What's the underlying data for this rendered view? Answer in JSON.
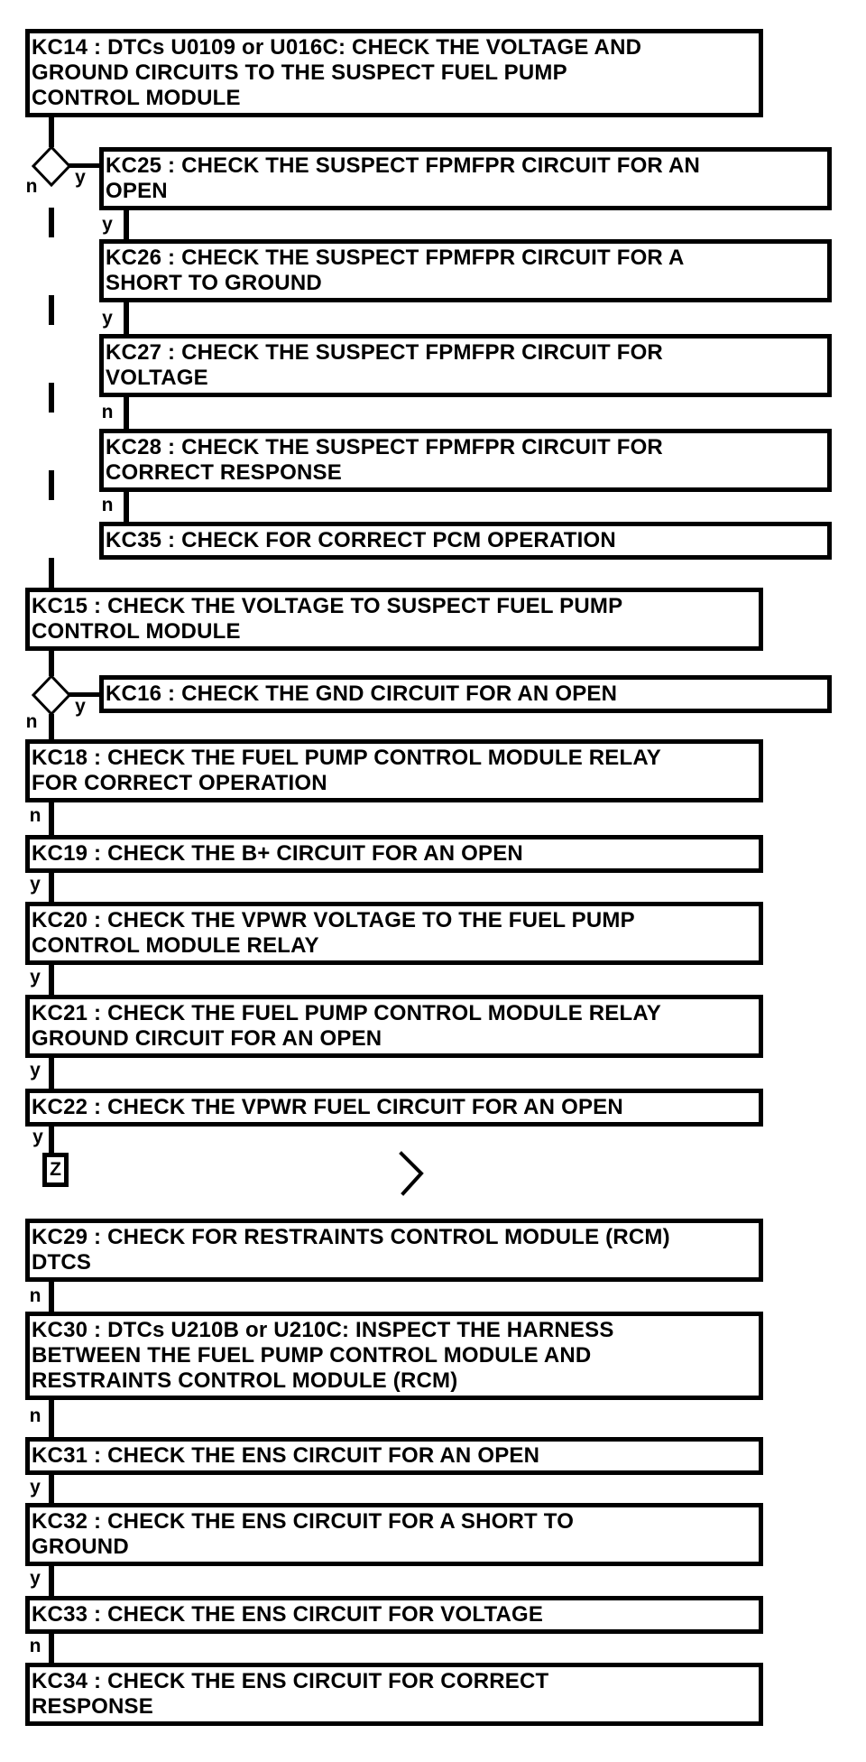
{
  "colors": {
    "ink": "#000000",
    "paper": "#ffffff"
  },
  "boxes": {
    "kc14": {
      "text": "KC14 : DTCs U0109 or U016C: CHECK THE VOLTAGE AND\nGROUND CIRCUITS TO THE SUSPECT FUEL PUMP\nCONTROL MODULE"
    },
    "kc25": {
      "text": "KC25 : CHECK THE SUSPECT FPMFPR CIRCUIT FOR AN\nOPEN"
    },
    "kc26": {
      "text": "KC26 : CHECK THE SUSPECT FPMFPR CIRCUIT FOR A\nSHORT TO GROUND"
    },
    "kc27": {
      "text": "KC27 : CHECK THE SUSPECT FPMFPR CIRCUIT FOR\nVOLTAGE"
    },
    "kc28": {
      "text": "KC28 : CHECK THE SUSPECT FPMFPR CIRCUIT FOR\nCORRECT RESPONSE"
    },
    "kc35": {
      "text": "KC35 : CHECK FOR CORRECT PCM OPERATION"
    },
    "kc15": {
      "text": "KC15 : CHECK THE VOLTAGE TO SUSPECT FUEL PUMP\nCONTROL MODULE"
    },
    "kc16": {
      "text": "KC16 : CHECK THE GND CIRCUIT FOR AN OPEN"
    },
    "kc18": {
      "text": "KC18 : CHECK THE FUEL PUMP CONTROL MODULE RELAY\nFOR CORRECT OPERATION"
    },
    "kc19": {
      "text": "KC19 : CHECK THE B+ CIRCUIT FOR AN OPEN"
    },
    "kc20": {
      "text": "KC20 : CHECK THE VPWR VOLTAGE TO THE FUEL PUMP\nCONTROL MODULE RELAY"
    },
    "kc21": {
      "text": "KC21 : CHECK THE FUEL PUMP CONTROL MODULE RELAY\nGROUND CIRCUIT FOR AN OPEN"
    },
    "kc22": {
      "text": "KC22 : CHECK THE VPWR FUEL CIRCUIT FOR AN OPEN"
    },
    "kc29": {
      "text": "KC29 : CHECK FOR RESTRAINTS CONTROL MODULE (RCM)\nDTCS"
    },
    "kc30": {
      "text": "KC30 : DTCs U210B or U210C: INSPECT THE HARNESS\nBETWEEN THE FUEL PUMP CONTROL MODULE AND\nRESTRAINTS CONTROL MODULE (RCM)"
    },
    "kc31": {
      "text": "KC31 : CHECK THE ENS CIRCUIT FOR AN OPEN"
    },
    "kc32": {
      "text": "KC32 : CHECK THE ENS CIRCUIT FOR A SHORT TO\nGROUND"
    },
    "kc33": {
      "text": "KC33 : CHECK THE ENS CIRCUIT FOR VOLTAGE"
    },
    "kc34": {
      "text": "KC34 : CHECK THE ENS CIRCUIT FOR CORRECT\nRESPONSE"
    }
  },
  "edges": {
    "kc14_no": "n",
    "kc14_yes": "y",
    "kc25_yes": "y",
    "kc26_yes": "y",
    "kc27_no": "n",
    "kc28_no": "n",
    "kc15_no": "n",
    "kc15_yes": "y",
    "kc18_no": "n",
    "kc19_yes": "y",
    "kc20_yes": "y",
    "kc21_yes": "y",
    "kc22_yes": "y",
    "kc29_no": "n",
    "kc30_no": "n",
    "kc31_yes": "y",
    "kc32_yes": "y",
    "kc33_no": "n"
  },
  "offpage": {
    "z_label": "Z"
  }
}
